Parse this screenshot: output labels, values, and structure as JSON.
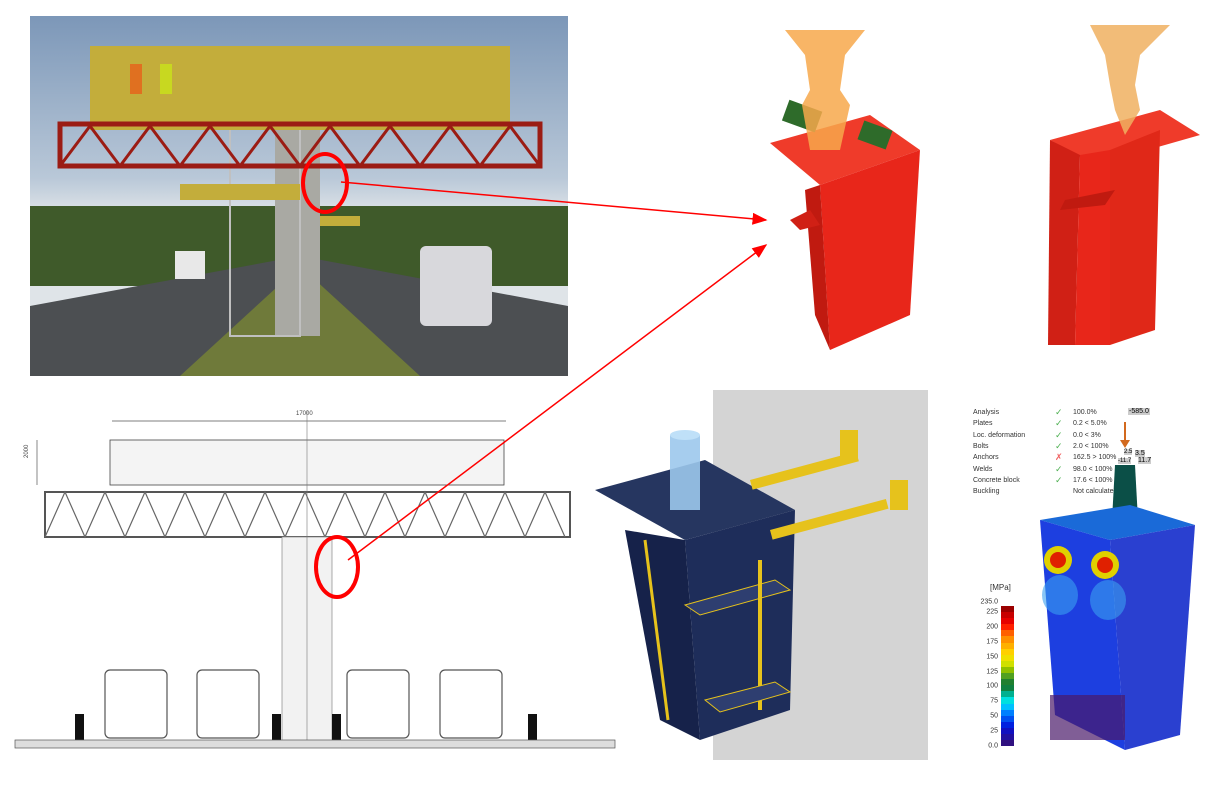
{
  "drawing": {
    "dim_width": "17000",
    "dim_height": "2000"
  },
  "results": {
    "rows": [
      {
        "label": "Analysis",
        "status": "ok",
        "value": "100.0%"
      },
      {
        "label": "Plates",
        "status": "ok",
        "value": "0.2 < 5.0%"
      },
      {
        "label": "Loc. deformation",
        "status": "ok",
        "value": "0.0 < 3%"
      },
      {
        "label": "Bolts",
        "status": "ok",
        "value": "2.0 < 100%"
      },
      {
        "label": "Anchors",
        "status": "fail",
        "value": "162.5 > 100%"
      },
      {
        "label": "Welds",
        "status": "ok",
        "value": "98.0 < 100%"
      },
      {
        "label": "Concrete block",
        "status": "ok",
        "value": "17.6 < 100%"
      },
      {
        "label": "Buckling",
        "status": "none",
        "value": "Not calculated"
      }
    ],
    "ok_icon": "✓",
    "fail_icon": "✗"
  },
  "fea": {
    "load_label": "-585.0",
    "moment_labels": [
      "2.5",
      "3.5",
      "-11.7",
      "11.7"
    ],
    "legend_unit": "[MPa]",
    "legend_max": "235.0",
    "legend_ticks": [
      "225",
      "200",
      "175",
      "150",
      "125",
      "100",
      "75",
      "50",
      "25",
      "0.0"
    ],
    "legend_colors": [
      "#9b0000",
      "#c80000",
      "#e60000",
      "#ff2000",
      "#ff6000",
      "#ff9000",
      "#ffb000",
      "#ffd000",
      "#f0e000",
      "#d0e000",
      "#90c000",
      "#50a020",
      "#208030",
      "#108040",
      "#00b090",
      "#00e0e0",
      "#00c0ff",
      "#0080ff",
      "#0050f0",
      "#0020e0",
      "#1010c0",
      "#2010a0",
      "#301080"
    ]
  },
  "colors": {
    "highlight": "#ff0000",
    "steel_red": "#e8261a",
    "steel_blue": "#1e2d5a",
    "stiffener_yellow": "#e6c21c"
  }
}
